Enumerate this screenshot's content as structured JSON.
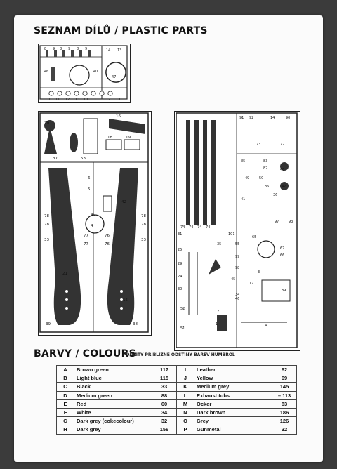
{
  "parts_title": "SEZNAM DÍLŮ / PLASTIC PARTS",
  "colours_title": "BARVY / COLOURS",
  "colours_note": "POUŽITY PŘIBLIŽNÉ ODSTÍNY BAREV HUMBROL",
  "colours_left": [
    {
      "code": "A",
      "name": "Brown green",
      "number": "117"
    },
    {
      "code": "B",
      "name": "Light blue",
      "number": "115"
    },
    {
      "code": "C",
      "name": "Black",
      "number": "33"
    },
    {
      "code": "D",
      "name": "Medium green",
      "number": "88"
    },
    {
      "code": "E",
      "name": "Red",
      "number": "60"
    },
    {
      "code": "F",
      "name": "White",
      "number": "34"
    },
    {
      "code": "G",
      "name": "Dark grey (cokecolour)",
      "number": "32"
    },
    {
      "code": "H",
      "name": "Dark grey",
      "number": "156"
    }
  ],
  "colours_right": [
    {
      "code": "I",
      "name": "Leather",
      "number": "62"
    },
    {
      "code": "J",
      "name": "Yellow",
      "number": "69"
    },
    {
      "code": "K",
      "name": "Medium grey",
      "number": "145"
    },
    {
      "code": "L",
      "name": "Exhaust tubs",
      "number": "– 113"
    },
    {
      "code": "M",
      "name": "Ocker",
      "number": "83"
    },
    {
      "code": "N",
      "name": "Dark brown",
      "number": "186"
    },
    {
      "code": "O",
      "name": "Grey",
      "number": "126"
    },
    {
      "code": "P",
      "name": "Gunmetal",
      "number": "32"
    }
  ],
  "sprue_small_labels": [
    "8",
    "9",
    "8",
    "9",
    "8",
    "9",
    "14",
    "13",
    "46",
    "40",
    "47",
    "10",
    "11",
    "12",
    "13",
    "10",
    "11",
    "12",
    "13"
  ],
  "sprue_left_labels": [
    "20",
    "16",
    "37",
    "53",
    "18",
    "19",
    "6",
    "5",
    "42",
    "40",
    "4",
    "78",
    "78",
    "33",
    "77",
    "77",
    "76",
    "76",
    "21",
    "15",
    "78",
    "78",
    "33",
    "39",
    "38"
  ],
  "sprue_right_labels": [
    "91",
    "92",
    "14",
    "90",
    "73",
    "72",
    "85",
    "83",
    "82",
    "48",
    "49",
    "50",
    "36",
    "47",
    "41",
    "36",
    "97",
    "93",
    "65",
    "74",
    "74",
    "74",
    "74",
    "31",
    "25",
    "29",
    "24",
    "30",
    "101",
    "99",
    "98",
    "55",
    "35",
    "34",
    "45",
    "46",
    "3",
    "89",
    "17",
    "52",
    "51",
    "2",
    "1",
    "4",
    "67",
    "66"
  ]
}
